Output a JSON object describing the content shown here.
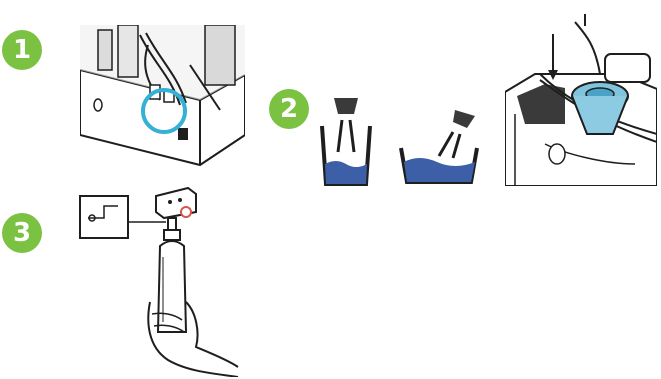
{
  "colors": {
    "step_badge": "#7cc242",
    "water": "#3d5fa8",
    "highlight": "#36b1d6",
    "outline": "#1e1e1e"
  },
  "steps": [
    {
      "number": "1"
    },
    {
      "number": "2"
    },
    {
      "number": "3"
    }
  ],
  "icons": {
    "step1": "machine-tubing-illustration",
    "step2a": "spray-into-deep-container-icon",
    "step2b": "spray-into-shallow-container-icon",
    "step2c": "reservoir-with-funnel-illustration",
    "step3": "cylinder-in-hand-illustration"
  }
}
